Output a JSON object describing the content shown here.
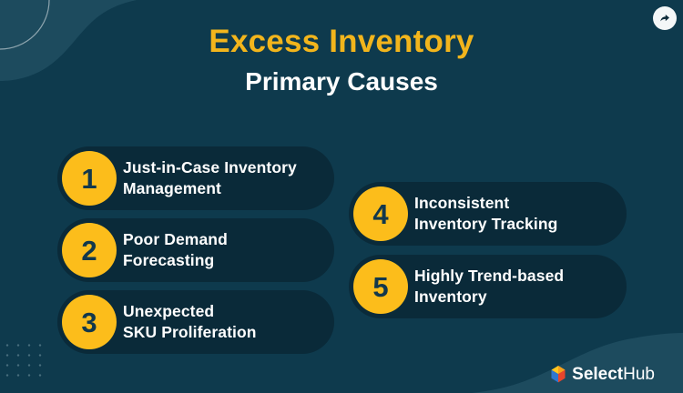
{
  "header": {
    "title": "Excess Inventory",
    "subtitle": "Primary Causes"
  },
  "items": [
    {
      "number": "1",
      "line1": "Just-in-Case Inventory",
      "line2": "Management"
    },
    {
      "number": "2",
      "line1": "Poor Demand",
      "line2": "Forecasting"
    },
    {
      "number": "3",
      "line1": "Unexpected",
      "line2": "SKU Proliferation"
    },
    {
      "number": "4",
      "line1": "Inconsistent",
      "line2": "Inventory Tracking"
    },
    {
      "number": "5",
      "line1": "Highly Trend-based",
      "line2": "Inventory"
    }
  ],
  "branding": {
    "logo_bold": "Select",
    "logo_regular": "Hub"
  },
  "icons": {
    "share": "curved-forward-arrow-icon",
    "logo": "selecthub-cube-icon"
  },
  "colors": {
    "background": "#0e3a4d",
    "corner_blob": "#1d4b5e",
    "pill_background": "#0a2a39",
    "accent_yellow": "#fcbd1b",
    "title_yellow": "#f2b51c",
    "number_text": "#12384c",
    "body_text": "#ffffff",
    "logo_cube_yellow": "#ffc71f",
    "logo_cube_orange": "#f9a01b",
    "logo_cube_red": "#e8452c",
    "logo_cube_blue": "#2e77d0"
  }
}
